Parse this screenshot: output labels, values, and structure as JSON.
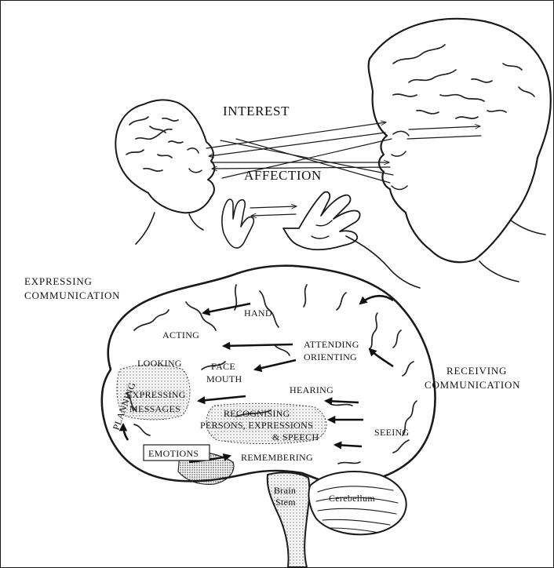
{
  "top_scene": {
    "interest": "INTEREST",
    "affection": "AFFECTION"
  },
  "sides": {
    "expressing_line1": "EXPRESSING",
    "expressing_line2": "COMMUNICATION",
    "receiving_line1": "RECEIVING",
    "receiving_line2": "COMMUNICATION"
  },
  "regions": {
    "hand": "HAND",
    "acting": "ACTING",
    "attending": "ATTENDING",
    "orienting": "ORIENTING",
    "looking": "LOOKING",
    "face": "FACE",
    "mouth": "MOUTH",
    "expressing_messages_1": "EXPRESSING",
    "expressing_messages_2": "MESSAGES",
    "hearing": "HEARING",
    "recognising": "RECOGNISING",
    "persons_expressions": "PERSONS, EXPRESSIONS",
    "and_speech": "& SPEECH",
    "seeing": "SEEING",
    "planning": "PLANNING",
    "emotions": "EMOTIONS",
    "remembering": "REMEMBERING",
    "brain_1": "Brain",
    "stem_1": "Stem",
    "cerebellum": "Cerebellum"
  }
}
